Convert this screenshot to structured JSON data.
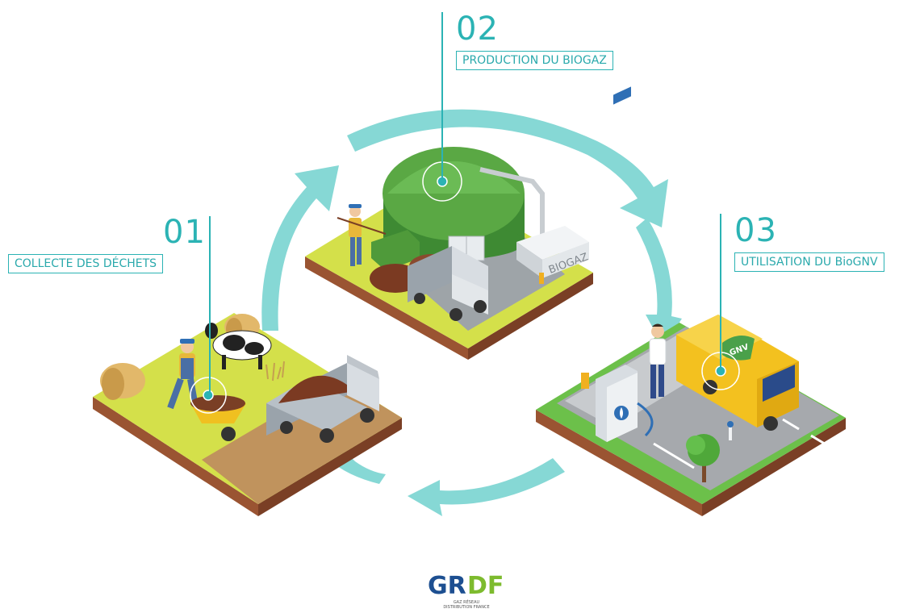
{
  "steps": [
    {
      "number": "01",
      "label": "COLLECTE DES DÉCHETS"
    },
    {
      "number": "02",
      "label": "PRODUCTION DU BIOGAZ"
    },
    {
      "number": "03",
      "label": "UTILISATION DU BioGNV"
    }
  ],
  "scene_text": {
    "digester_sign": "BIOGAZ",
    "van_badge": "GNV"
  },
  "logo": {
    "letters_blue": "GR",
    "letters_green": "DF",
    "subtitle_line1": "GAZ RÉSEAU",
    "subtitle_line2": "DISTRIBUTION FRANCE"
  },
  "colors": {
    "accent": "#2bb3b4",
    "cycle_arrows": "#86d8d5",
    "grass": "#d4e04a",
    "soil": "#8a4a2e",
    "digester": "#4f9a3a",
    "van": "#f3c11f",
    "logo_blue": "#1d4f91",
    "logo_green": "#7dbb2e"
  }
}
